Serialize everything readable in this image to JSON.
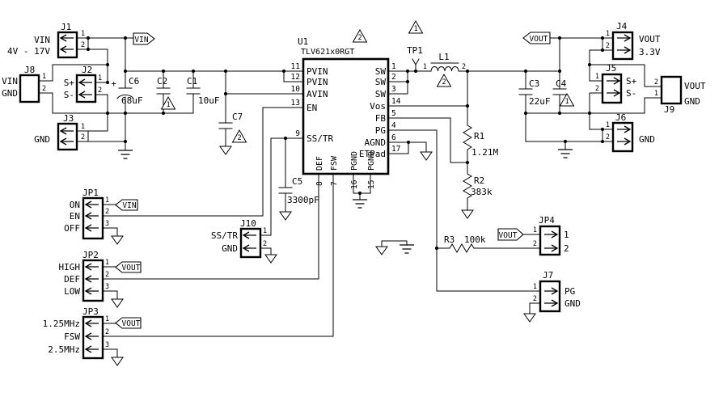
{
  "nets": {
    "vin": "VIN",
    "vout": "VOUT"
  },
  "power_input": {
    "name": "VIN",
    "range": "4V - 17V"
  },
  "ic": {
    "ref": "U1",
    "part": "TLV621x0RGT",
    "left_pins": [
      {
        "num": "11",
        "name": "PVIN"
      },
      {
        "num": "12",
        "name": "PVIN"
      },
      {
        "num": "10",
        "name": "AVIN"
      },
      {
        "num": "13",
        "name": "EN"
      },
      {
        "num": "9",
        "name": "SS/TR"
      }
    ],
    "right_pins": [
      {
        "num": "1",
        "name": "SW"
      },
      {
        "num": "2",
        "name": "SW"
      },
      {
        "num": "3",
        "name": "SW"
      },
      {
        "num": "14",
        "name": "Vos"
      },
      {
        "num": "5",
        "name": "FB"
      },
      {
        "num": "4",
        "name": "PG"
      },
      {
        "num": "6",
        "name": "AGND"
      },
      {
        "num": "17",
        "name": "ETPad"
      }
    ],
    "bottom_pins": [
      {
        "num": "8",
        "name": "DEF"
      },
      {
        "num": "7",
        "name": "FSW"
      },
      {
        "num": "16",
        "name": "PGND"
      },
      {
        "num": "15",
        "name": "PGND"
      }
    ]
  },
  "components": {
    "c1": {
      "ref": "C1",
      "value": "10uF"
    },
    "c2": {
      "ref": "C2"
    },
    "c3": {
      "ref": "C3",
      "value": "22uF"
    },
    "c4": {
      "ref": "C4"
    },
    "c5": {
      "ref": "C5",
      "value": "3300pF"
    },
    "c6": {
      "ref": "C6",
      "value": "68uF",
      "polarity": "+"
    },
    "c7": {
      "ref": "C7"
    },
    "l1": {
      "ref": "L1",
      "pin1": "1",
      "pin2": "2"
    },
    "r1": {
      "ref": "R1",
      "value": "1.21M"
    },
    "r2": {
      "ref": "R2",
      "value": "383k"
    },
    "r3": {
      "ref": "R3",
      "value": "100k"
    },
    "tp1": {
      "ref": "TP1"
    }
  },
  "connectors": {
    "j1": {
      "ref": "J1",
      "pins": [
        "1",
        "2"
      ]
    },
    "j2": {
      "ref": "J2",
      "pins": [
        "1",
        "2"
      ],
      "labels": [
        "S+",
        "S-"
      ]
    },
    "j3": {
      "ref": "J3",
      "pins": [
        "1",
        "2"
      ],
      "label": "GND"
    },
    "j8": {
      "ref": "J8",
      "pins": [
        "1",
        "2"
      ],
      "labels": [
        "VIN",
        "GND"
      ]
    },
    "j4": {
      "ref": "J4",
      "pins": [
        "1",
        "2"
      ],
      "labels": [
        "VOUT",
        "3.3V"
      ]
    },
    "j5": {
      "ref": "J5",
      "pins": [
        "1",
        "2"
      ],
      "labels": [
        "S+",
        "S-"
      ]
    },
    "j6": {
      "ref": "J6",
      "pins": [
        "1",
        "2"
      ],
      "label": "GND"
    },
    "j9": {
      "ref": "J9",
      "pins": [
        "2",
        "1"
      ],
      "labels": [
        "VOUT",
        "GND"
      ]
    },
    "j7": {
      "ref": "J7",
      "pins": [
        "1",
        "2"
      ],
      "labels": [
        "PG",
        "GND"
      ]
    },
    "j10": {
      "ref": "J10",
      "pins": [
        "1",
        "2"
      ],
      "labels": [
        "SS/TR",
        "GND"
      ]
    },
    "jp1": {
      "ref": "JP1",
      "pins": [
        "1",
        "2",
        "3"
      ],
      "labels": [
        "ON",
        "EN",
        "OFF"
      ]
    },
    "jp2": {
      "ref": "JP2",
      "pins": [
        "1",
        "2",
        "3"
      ],
      "labels": [
        "HIGH",
        "DEF",
        "LOW"
      ]
    },
    "jp3": {
      "ref": "JP3",
      "pins": [
        "1",
        "2",
        "3"
      ],
      "labels": [
        "1.25MHz",
        "FSW",
        "2.5MHz"
      ]
    },
    "jp4": {
      "ref": "JP4",
      "pins": [
        "1",
        "2"
      ],
      "side_labels": [
        "1",
        "2"
      ]
    }
  },
  "note_markers": {
    "n1": "1",
    "n2": "2"
  }
}
